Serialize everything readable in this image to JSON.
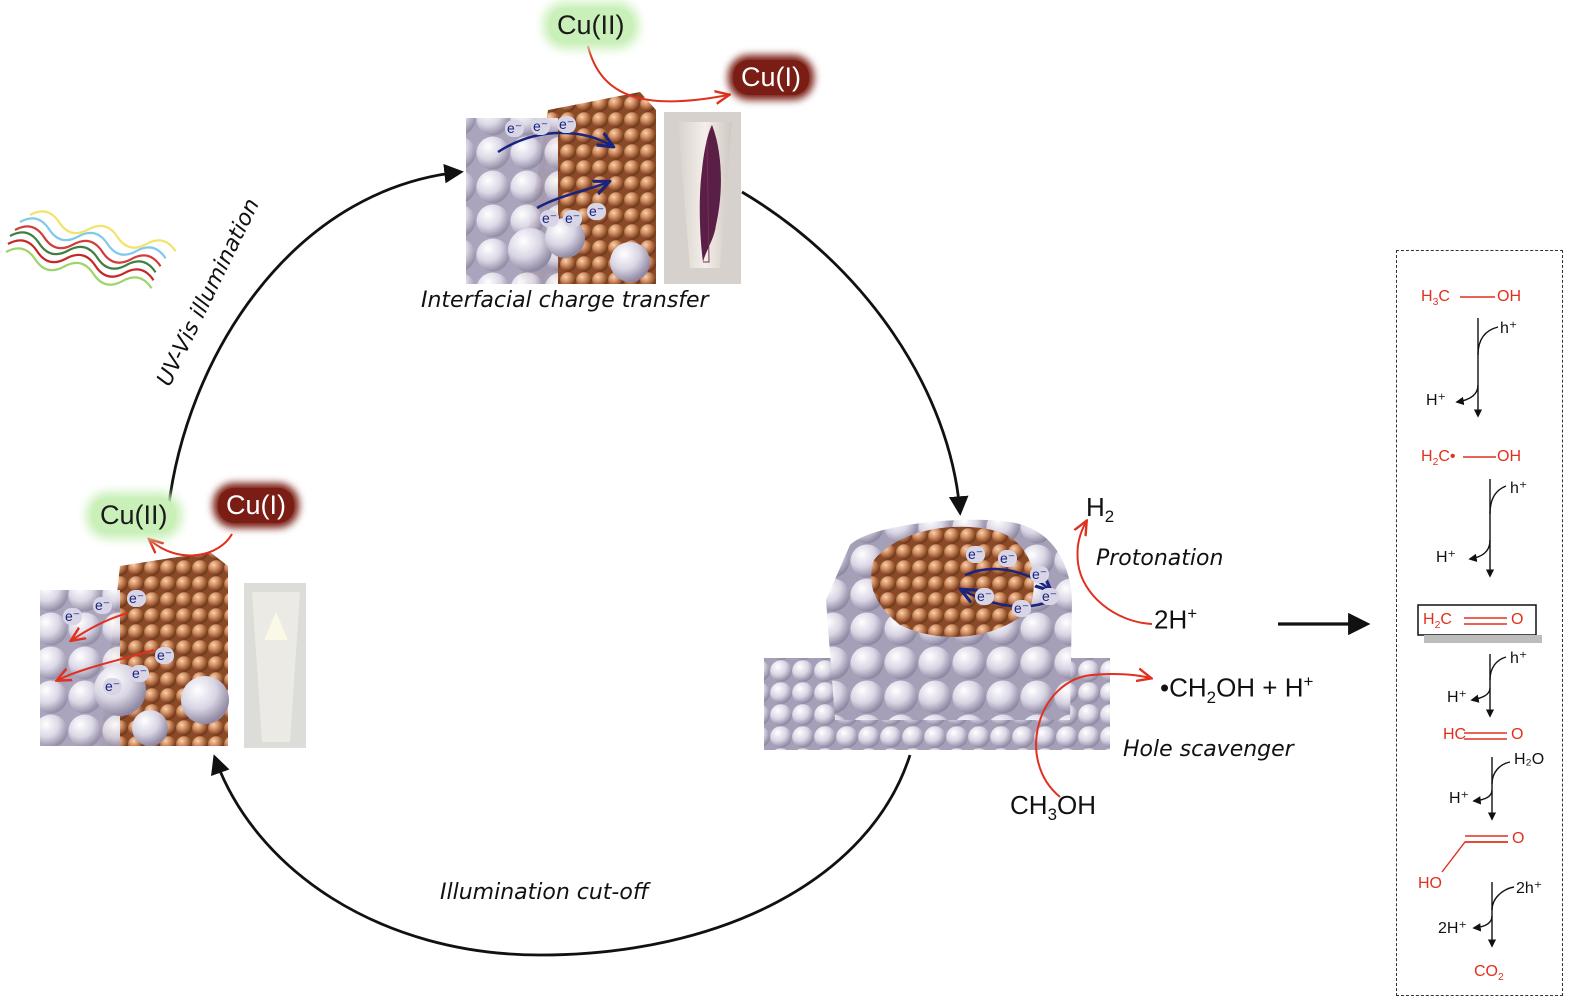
{
  "labels": {
    "uvvis": "UV-Vis illumination",
    "interfacial": "Interfacial charge transfer",
    "protonation": "Protonation",
    "hole_scavenger": "Hole scavenger",
    "cutoff": "Illumination cut-off"
  },
  "species": {
    "cu2_top": "Cu(II)",
    "cu1_top": "Cu(I)",
    "cu2_left": "Cu(II)",
    "cu1_left": "Cu(I)",
    "h2": "H",
    "h2_sub": "2",
    "twoh": "2H",
    "twoh_sup": "+",
    "ch2oh": "CH",
    "ch2oh_sub": "2",
    "ch2oh_rest": "OH + H",
    "ch2oh_sup": "+",
    "ch3oh": "CH",
    "ch3oh_sub": "3",
    "ch3oh_rest": "OH",
    "electron": "e⁻"
  },
  "mechanism": {
    "s1_a": "H",
    "s1_a_sub": "3",
    "s1_b": "C",
    "s1_c": "OH",
    "s2_a": "H",
    "s2_a_sub": "2",
    "s2_b": "C",
    "s2_c": "OH",
    "s3_a": "H",
    "s3_a_sub": "2",
    "s3_b": "C",
    "s3_c": "O",
    "s4_a": "HC",
    "s4_c": "O",
    "s5_ho": "HO",
    "s5_o": "O",
    "s6": "CO",
    "s6_sub": "2",
    "hplus": "h⁺",
    "Hplus": "H⁺",
    "h2o": "H₂O",
    "two_hplus": "2h⁺",
    "two_Hplus": "2H⁺"
  },
  "colors": {
    "copper": "#c97a4e",
    "support": "#cdc8d8",
    "arrow_red": "#e0301e",
    "arrow_blue": "#1a237e",
    "cu2_glow": "#c9f0b8",
    "cu1_bg": "#7a1d14"
  }
}
